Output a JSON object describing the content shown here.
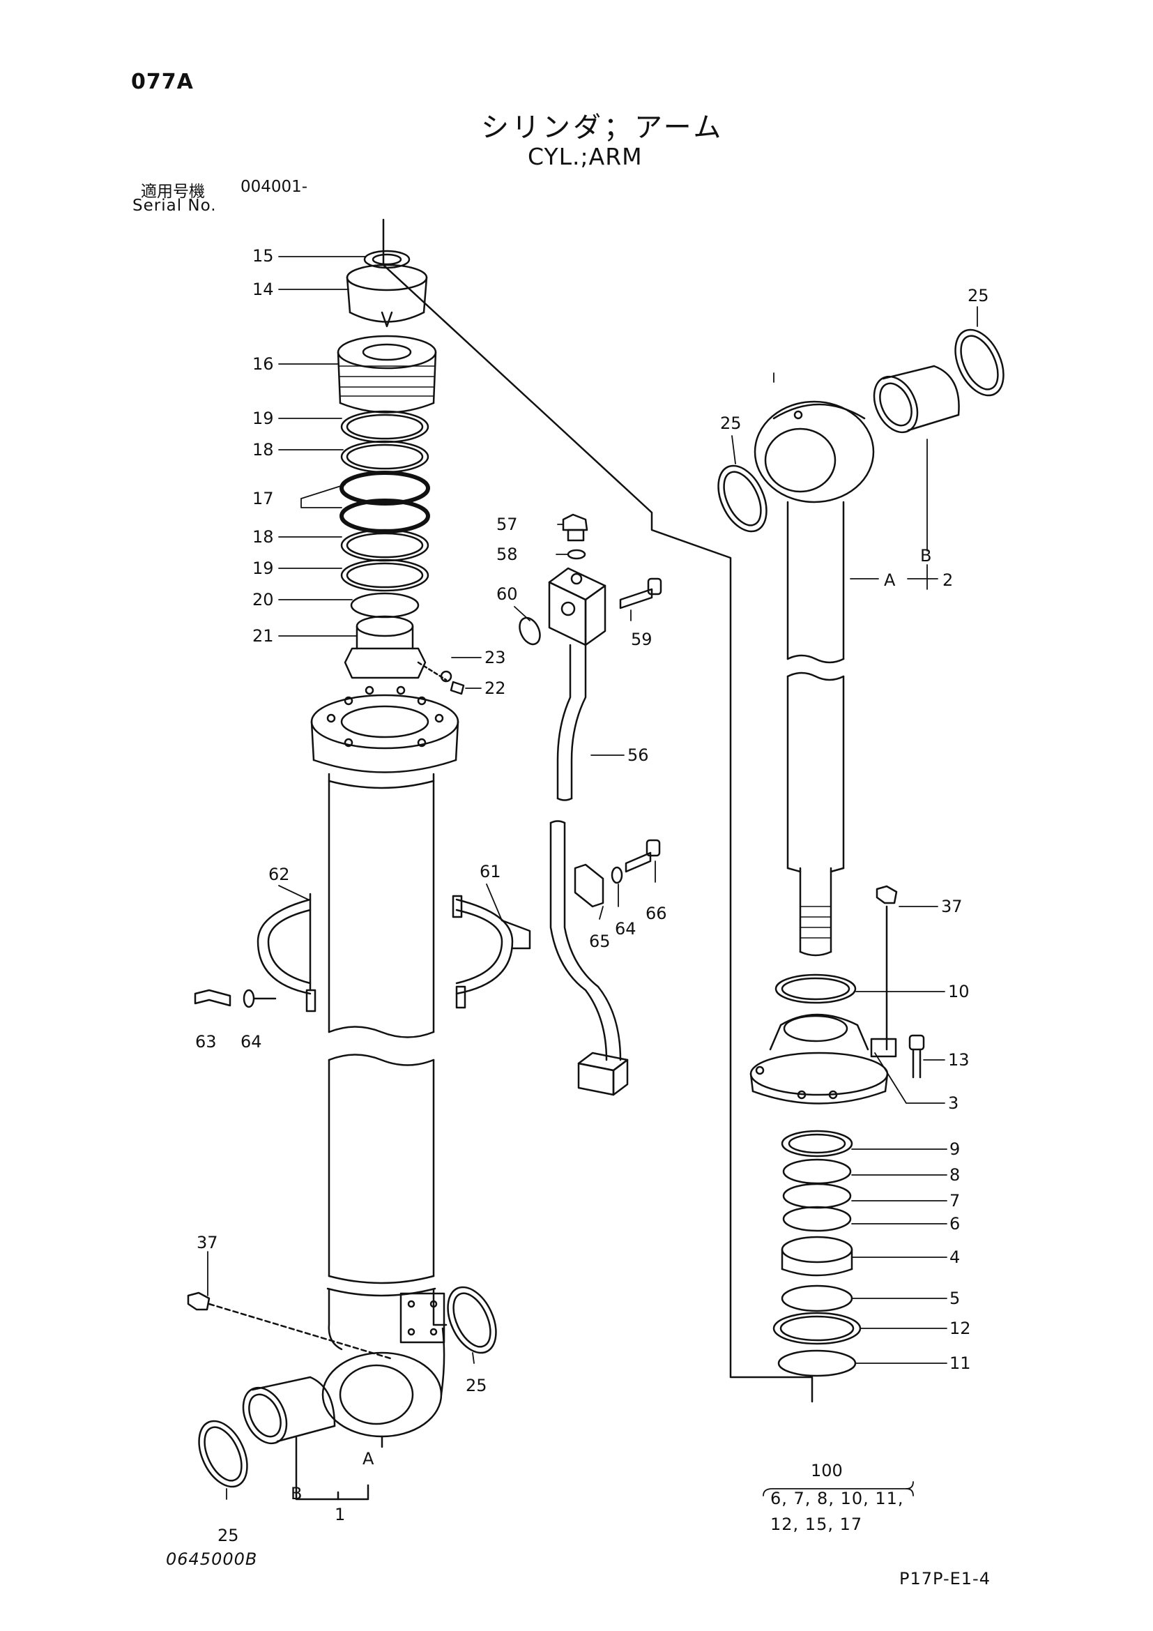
{
  "header": {
    "page_code": "077A",
    "title_jp": "シリンダ；アーム",
    "title_en": "CYL.;ARM",
    "serial_label_jp": "適用号機",
    "serial_value": "004001-",
    "serial_label_en": "Serial No."
  },
  "footer": {
    "drawing_no": "0645000B",
    "ref_code": "P17P-E1-4"
  },
  "kit": {
    "number": "100",
    "items_line1": "6, 7, 8, 10, 11,",
    "items_line2": "12, 15, 17"
  },
  "parts": {
    "p15": "15",
    "p14": "14",
    "p16": "16",
    "p19a": "19",
    "p18a": "18",
    "p17": "17",
    "p18b": "18",
    "p19b": "19",
    "p20": "20",
    "p21": "21",
    "p23": "23",
    "p22": "22",
    "p62": "62",
    "p61": "61",
    "p63": "63",
    "p64a": "64",
    "p37a": "37",
    "p25a": "25",
    "p25b": "25",
    "pA1": "A",
    "pB1": "B",
    "p1": "1",
    "p57": "57",
    "p58": "58",
    "p60": "60",
    "p59": "59",
    "p56": "56",
    "p65": "65",
    "p64b": "64",
    "p66": "66",
    "p25c": "25",
    "p25d": "25",
    "pB2": "B",
    "pA2": "A",
    "p2": "2",
    "p37b": "37",
    "p10": "10",
    "p13": "13",
    "p3": "3",
    "p9": "9",
    "p8": "8",
    "p7": "7",
    "p6": "6",
    "p4": "4",
    "p5": "5",
    "p12": "12",
    "p11": "11"
  }
}
